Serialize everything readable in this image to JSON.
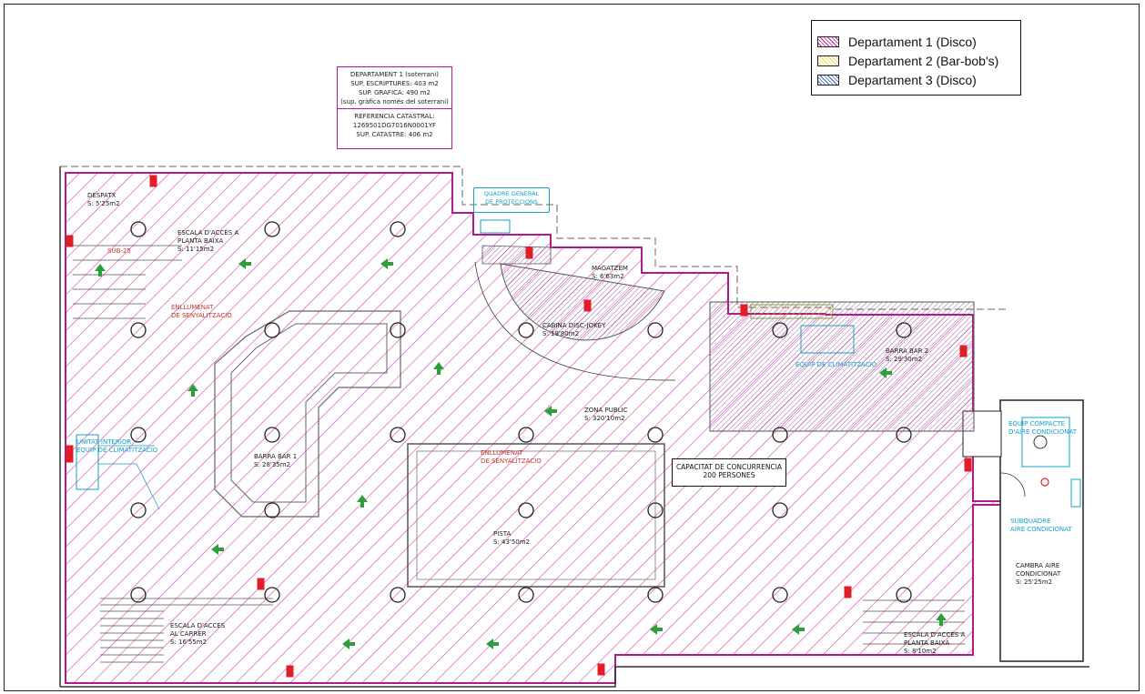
{
  "legend": {
    "items": [
      {
        "label": "Departament 1 (Disco)",
        "color": "#c2188f",
        "pattern": "hatch-magenta"
      },
      {
        "label": "Departament 2 (Bar-bob's)",
        "color": "#e8d84a",
        "pattern": "hatch-yellow"
      },
      {
        "label": "Departament 3 (Disco)",
        "color": "#3b5fc4",
        "pattern": "hatch-blue"
      }
    ]
  },
  "info": {
    "line1": "DEPARTAMENT 1 (soterrani)",
    "line2": "SUP. ESCRIPTURES: 403 m2",
    "line3": "SUP. GRAFICA: 490 m2",
    "line4": "(sup. gràfica només del soterrani)",
    "line5": "REFERENCIA CATASTRAL:",
    "line6": "1269501DG7016N0001YF",
    "line7": "SUP. CATASTRE: 406 m2"
  },
  "capacity": {
    "line1": "CAPACITAT DE CONCURRENCIA",
    "line2": "200 PERSONES"
  },
  "quadre": {
    "line1": "QUADRE GENERAL",
    "line2": "DE PROTECCIONS"
  },
  "rooms": {
    "despatx": {
      "name": "DESPATX",
      "area": "S: 5'25m2"
    },
    "escala_baixa_left": {
      "name": "ESCALA D'ACCÉS A",
      "name2": "PLANTA BAIXA",
      "area": "S: 11'15m2"
    },
    "magatzem": {
      "name": "MAGATZEM",
      "area": "S: 6'63m2"
    },
    "cabina": {
      "name": "CABINA DISC-JOKEY",
      "area": "S: 19'80m2"
    },
    "zona_public": {
      "name": "ZONA PUBLIC",
      "area": "S: 320'10m2"
    },
    "barra_bar1": {
      "name": "BARRA BAR 1",
      "area": "S: 28'35m2"
    },
    "barra_bar2": {
      "name": "BARRA BAR 2",
      "area": "S: 29'30m2"
    },
    "pista": {
      "name": "PISTA",
      "area": "S: 43'50m2"
    },
    "escala_carrer": {
      "name": "ESCALA D'ACCES",
      "name2": "AL CARRER",
      "area": "S: 16'55m2"
    },
    "escala_baixa_right": {
      "name": "ESCALA D'ACCÉS A",
      "name2": "PLANTA BAIXA",
      "area": "S: 8'10m2"
    },
    "cambra": {
      "name": "CAMBRA AIRE",
      "name2": "CONDICIONAT",
      "area": "S: 25'25m2"
    }
  },
  "annotations": {
    "enllumenat1": {
      "line1": "ENLLUMENAT",
      "line2": "DE SENYALITZACIO"
    },
    "enllumenat2": {
      "line1": "ENLLUMENAT",
      "line2": "DE SENYALITZACIO"
    },
    "sub25": "SUB-25",
    "equip_compacte": {
      "line1": "EQUIP COMPACTE",
      "line2": "D'AIRE CONDICIONAT"
    },
    "subquadre": {
      "line1": "SUBQUADRE",
      "line2": "AIRE CONDICIONAT"
    },
    "unitat_interior": {
      "line1": "UNITAT INTERIOR",
      "line2": "EQUIP DE CLIMATITZACIO"
    },
    "equip_clima_bar2": "EQUIP DE CLIMATITZACIO"
  },
  "colors": {
    "wall": "#b01a8a",
    "hatch": "#d23dae",
    "dept2": "#d9c84a",
    "dept3": "#3b5fc4",
    "cyan": "#12a0c8",
    "red": "#e01e2a",
    "green": "#2e9e3a"
  }
}
